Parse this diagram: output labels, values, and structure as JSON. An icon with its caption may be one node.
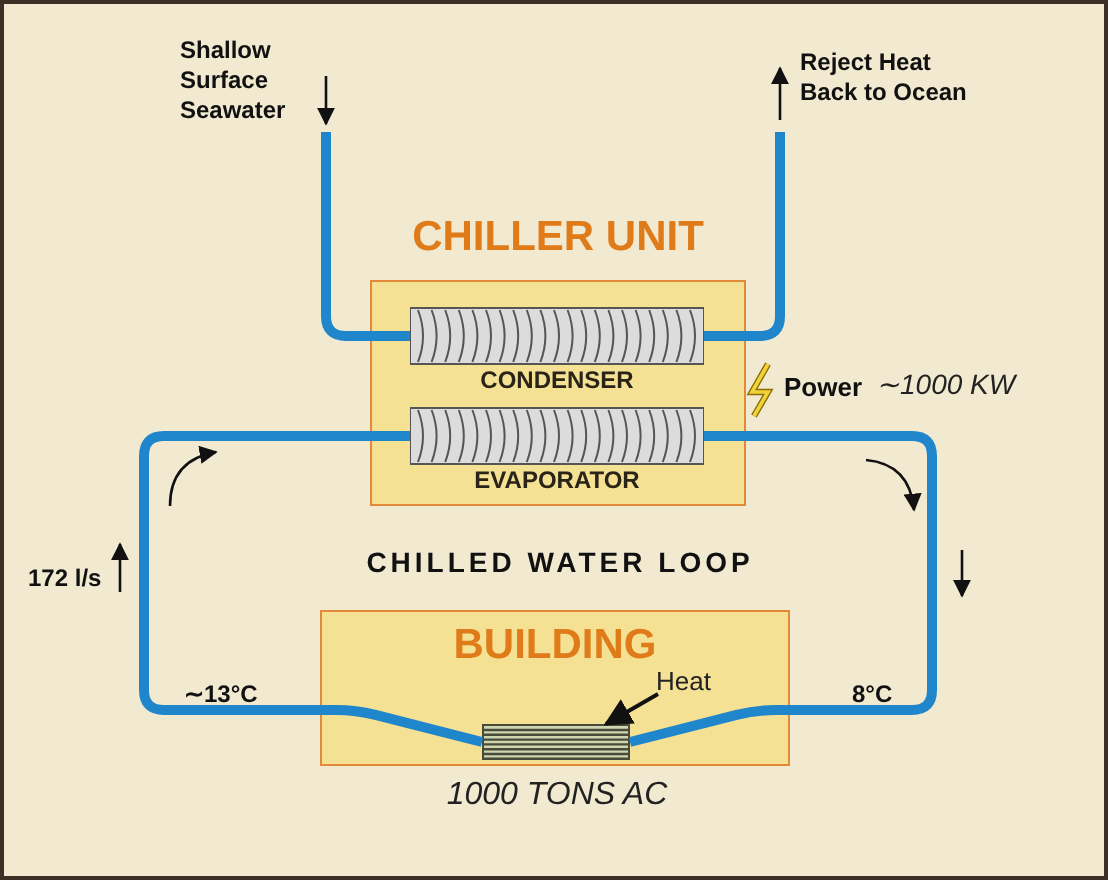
{
  "diagram": {
    "nodes": [
      {
        "text": [
          "CHILLER UNIT"
        ]
      },
      {
        "text": [
          "CONDENSER"
        ],
        "in": 0
      },
      {
        "text": [
          "EVAPORATOR"
        ],
        "in": 0
      },
      {
        "text": [
          "BUILDING"
        ],
        "beside": [
          "1000 TONS AC"
        ]
      },
      {
        "text": [],
        "shape": "box",
        "in": 3
      },
      {
        "text": [
          "Heat"
        ],
        "in": 3
      }
    ],
    "edges": [
      {
        "from": null,
        "to": 1,
        "arrow": "none"
      },
      {
        "from": 1,
        "to": null,
        "arrow": "none"
      },
      {
        "from": 2,
        "to": 4,
        "arrow": "none"
      },
      {
        "from": 4,
        "to": 2,
        "arrow": "none"
      },
      {
        "from": 5,
        "to": 4,
        "arrow": "to",
        "color": "#111111"
      }
    ],
    "labels": [
      "Shallow Surface Seawater",
      "Reject Heat Back to Ocean",
      "Power",
      "∼1000 KW",
      "CHILLED WATER LOOP",
      "172 l/s",
      "∼13°C",
      "8°C"
    ]
  }
}
